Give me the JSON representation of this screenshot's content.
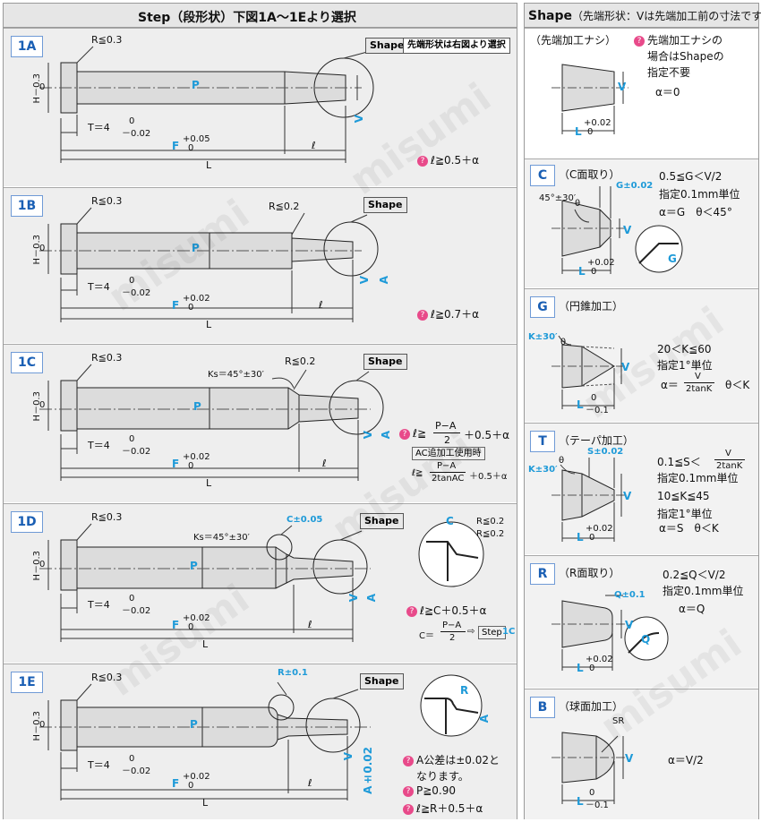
{
  "left_panel": {
    "title": "Step（段形状）下図1A～1Eより選択",
    "sections": [
      {
        "id": "1A",
        "labels": {
          "r": "R≦0.3",
          "h_tol": "H－0.3",
          "h_zero": "0",
          "t": "T＝4",
          "t_tol_top": "0",
          "t_tol_bot": "－0.02",
          "f": "F",
          "f_tol_top": "+0.05",
          "f_tol_bot": "0",
          "ell": "ℓ",
          "l": "L",
          "p": "P",
          "v": "V"
        },
        "shape_label": "Shape",
        "shape_note": "先端形状は右図より選択",
        "condition": "ℓ≧0.5＋α"
      },
      {
        "id": "1B",
        "labels": {
          "r": "R≦0.3",
          "r2": "R≦0.2",
          "h_tol": "H－0.3",
          "h_zero": "0",
          "t": "T＝4",
          "t_tol_top": "0",
          "t_tol_bot": "－0.02",
          "f": "F",
          "f_tol_top": "+0.02",
          "f_tol_bot": "0",
          "ell": "ℓ",
          "l": "L",
          "p": "P",
          "v": "V",
          "a": "A"
        },
        "shape_label": "Shape",
        "condition": "ℓ≧0.7＋α"
      },
      {
        "id": "1C",
        "labels": {
          "r": "R≦0.3",
          "r2": "R≦0.2",
          "ks": "Ks＝45°±30′",
          "h_tol": "H－0.3",
          "h_zero": "0",
          "t": "T＝4",
          "t_tol_top": "0",
          "t_tol_bot": "－0.02",
          "f": "F",
          "f_tol_top": "+0.02",
          "f_tol_bot": "0",
          "ell": "ℓ",
          "l": "L",
          "p": "P",
          "v": "V",
          "a": "A"
        },
        "shape_label": "Shape",
        "condition_pre": "ℓ≧",
        "condition_num": "P−A",
        "condition_den": "2",
        "condition_post": "＋0.5＋α",
        "ac_box": "AC追加工使用時",
        "ac_pre": "ℓ≧",
        "ac_num": "P−A",
        "ac_den": "2tanAC",
        "ac_post": "＋0.5＋α"
      },
      {
        "id": "1D",
        "labels": {
          "r": "R≦0.3",
          "ks": "Ks＝45°±30′",
          "c": "C±0.05",
          "h_tol": "H－0.3",
          "h_zero": "0",
          "t": "T＝4",
          "t_tol_top": "0",
          "t_tol_bot": "－0.02",
          "f": "F",
          "f_tol_top": "+0.02",
          "f_tol_bot": "0",
          "ell": "ℓ",
          "l": "L",
          "p": "P",
          "v": "V",
          "a": "A",
          "detail_c": "C",
          "detail_r1": "R≦0.2",
          "detail_r2": "R≦0.2"
        },
        "shape_label": "Shape",
        "condition": "ℓ≧C＋0.5＋α",
        "c_formula_pre": "C＝",
        "c_formula_num": "P−A",
        "c_formula_den": "2",
        "c_formula_arrow": "⇨",
        "c_formula_box": "Step",
        "c_formula_ref": "1C"
      },
      {
        "id": "1E",
        "labels": {
          "r": "R≦0.3",
          "r_small": "R±0.1",
          "h_tol": "H－0.3",
          "h_zero": "0",
          "t": "T＝4",
          "t_tol_top": "0",
          "t_tol_bot": "－0.02",
          "f": "F",
          "f_tol_top": "+0.02",
          "f_tol_bot": "0",
          "ell": "ℓ",
          "l": "L",
          "p": "P",
          "v": "V",
          "a": "A±0.02",
          "detail_r": "R",
          "detail_a": "A"
        },
        "shape_label": "Shape",
        "notes": [
          "A公差は±0.02と",
          "なります。",
          "P≧0.90",
          "ℓ≧R＋0.5＋α"
        ]
      }
    ]
  },
  "right_panel": {
    "title": "Shape",
    "title_sub": "（先端形状：Vは先端加工前の寸法です。）",
    "sections": [
      {
        "id": "none",
        "name": "（先端加工ナシ）",
        "desc": [
          "先端加工ナシの",
          "場合はShapeの",
          "指定不要"
        ],
        "formula": "α＝0",
        "l_label": "L",
        "l_tol_top": "+0.02",
        "l_tol_bot": "0",
        "v": "V"
      },
      {
        "id": "C",
        "name": "（C面取り）",
        "desc": [
          "0.5≦G＜V/2",
          "指定0.1mm単位"
        ],
        "formula": "α＝G　θ＜45°",
        "angle": "45°±30′",
        "g": "G±0.02",
        "theta": "θ",
        "g_detail": "G",
        "l_label": "L",
        "l_tol_top": "+0.02",
        "l_tol_bot": "0",
        "v": "V"
      },
      {
        "id": "G",
        "name": "（円錐加工）",
        "desc": [
          "20＜K≦60",
          "指定1°単位"
        ],
        "formula_pre": "α＝",
        "formula_num": "V",
        "formula_den": "2tanK",
        "formula_post": "θ＜K",
        "k": "K±30′",
        "theta": "θ",
        "l_label": "L",
        "l_tol_top": "0",
        "l_tol_bot": "－0.1",
        "v": "V"
      },
      {
        "id": "T",
        "name": "（テーパ加工）",
        "desc_pre": "0.1≦S＜",
        "desc_num": "V",
        "desc_den": "2tanK",
        "desc": [
          "指定0.1mm単位",
          "10≦K≦45",
          "指定1°単位"
        ],
        "formula": "α＝S　θ＜K",
        "k": "K±30′",
        "s": "S±0.02",
        "theta": "θ",
        "l_label": "L",
        "l_tol_top": "+0.02",
        "l_tol_bot": "0",
        "v": "V"
      },
      {
        "id": "R",
        "name": "（R面取り）",
        "desc": [
          "0.2≦Q＜V/2",
          "指定0.1mm単位"
        ],
        "formula": "α＝Q",
        "q": "Q±0.1",
        "q_detail": "Q",
        "l_label": "L",
        "l_tol_top": "+0.02",
        "l_tol_bot": "0",
        "v": "V"
      },
      {
        "id": "B",
        "name": "（球面加工）",
        "formula": "α＝V/2",
        "sr": "SR",
        "l_label": "L",
        "l_tol_top": "0",
        "l_tol_bot": "－0.1",
        "v": "V"
      }
    ]
  },
  "watermark": "misumi",
  "colors": {
    "dim_blue": "#1e9ad8",
    "badge_blue": "#1a5fb4",
    "icon_pink": "#e84a8a",
    "section_bg": "#eeeeee",
    "header_bg": "#e6e6e6",
    "pin_fill": "#dcdcdc"
  }
}
